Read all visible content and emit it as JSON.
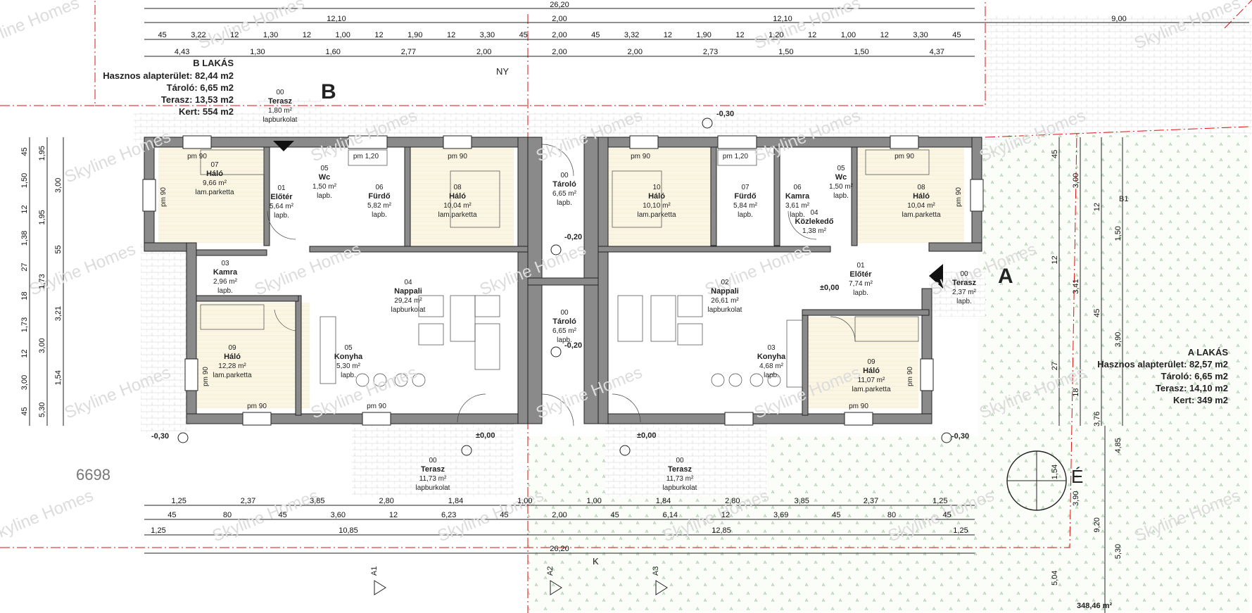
{
  "watermark": "Skyline Homes",
  "plot_number": "6698",
  "plot_area": "348,46 m²",
  "north_label": "É",
  "markers": {
    "section_b": "B",
    "section_a": "A",
    "ny": "NY",
    "k": "K",
    "b1": "B1"
  },
  "section_cuts": [
    "A1",
    "A2",
    "A3"
  ],
  "levels": {
    "ext_left": "-0,30",
    "ext_right": "-0,30",
    "top": "-0,30",
    "zero": "±0,00",
    "storage": "-0,20"
  },
  "top_dims": {
    "row0": [
      "26,20"
    ],
    "row1": [
      "12,10",
      "2,00",
      "12,10",
      "9,00"
    ],
    "row2": [
      "45",
      "3,22",
      "12",
      "1,30",
      "12",
      "1,00",
      "12",
      "1,90",
      "12",
      "3,30",
      "45",
      "2,00",
      "45",
      "3,32",
      "12",
      "1,90",
      "12",
      "1,20",
      "12",
      "1,00",
      "12",
      "3,30",
      "45"
    ],
    "row3": [
      "4,43",
      "1,30",
      "1,60",
      "2,77",
      "2,00",
      "2,00",
      "2,00",
      "2,73",
      "1,50",
      "1,50",
      "4,37"
    ]
  },
  "bottom_dims": {
    "row1": [
      "1,25",
      "2,37",
      "3,85",
      "2,80",
      "1,84",
      "1,00",
      "1,00",
      "1,84",
      "2,80",
      "3,85",
      "2,37",
      "1,25"
    ],
    "row2": [
      "45",
      "80",
      "45",
      "3,60",
      "12",
      "6,23",
      "45",
      "2,00",
      "45",
      "6,14",
      "12",
      "3,69",
      "45",
      "80",
      "45"
    ],
    "row3": [
      "1,25",
      "10,85",
      "12,85",
      "1,25"
    ],
    "row4": [
      "26,20"
    ]
  },
  "left_dims": [
    "45",
    "1,50",
    "12",
    "1,38",
    "27",
    "18",
    "1,73",
    "12",
    "3,00",
    "45",
    "1,95",
    "3,00",
    "1,95",
    "55",
    "1,73",
    "3,21",
    "3,00",
    "1,54",
    "5,30"
  ],
  "right_dims": [
    "45",
    "3,00",
    "12",
    "1,50",
    "12",
    "3,41",
    "45",
    "3,90",
    "27",
    "18",
    "3,76",
    "4,85",
    "1,54",
    "3,90",
    "9,20",
    "5,30",
    "5,04"
  ],
  "apartment_b": {
    "title": "B LAKÁS",
    "usable": "Hasznos alapterület: 82,44 m2",
    "storage": "Tároló: 6,65 m2",
    "terrace": "Terasz:  13,53 m2",
    "garden": "Kert:   554 m2"
  },
  "apartment_a": {
    "title": "A LAKÁS",
    "usable": "Hasznos alapterület: 82,57 m2",
    "storage": "Tároló: 6,65 m2",
    "terrace": "Terasz:  14,10 m2",
    "garden": "Kert: 349 m2"
  },
  "rooms": [
    {
      "num": "00",
      "name": "Terasz",
      "area": "1,80 m²",
      "floor": "lapburkolat"
    },
    {
      "num": "07",
      "name": "Háló",
      "area": "9,66 m²",
      "floor": "lam.parketta"
    },
    {
      "num": "01",
      "name": "Előtér",
      "area": "5,64 m²",
      "floor": "lapb."
    },
    {
      "num": "05",
      "name": "Wc",
      "area": "1,50 m²",
      "floor": "lapb."
    },
    {
      "num": "06",
      "name": "Fürdő",
      "area": "5,82 m²",
      "floor": "lapb."
    },
    {
      "num": "08",
      "name": "Háló",
      "area": "10,04 m²",
      "floor": "lam.parketta"
    },
    {
      "num": "03",
      "name": "Kamra",
      "area": "2,96 m²",
      "floor": "lapb."
    },
    {
      "num": "04",
      "name": "Nappali",
      "area": "29,24 m²",
      "floor": "lapburkolat"
    },
    {
      "num": "09",
      "name": "Háló",
      "area": "12,28 m²",
      "floor": "lam.parketta"
    },
    {
      "num": "05",
      "name": "Konyha",
      "area": "5,30 m²",
      "floor": "lapb."
    },
    {
      "num": "00",
      "name": "Tároló",
      "area": "6,65 m²",
      "floor": "lapb."
    },
    {
      "num": "00",
      "name": "Tároló",
      "area": "6,65 m²",
      "floor": "lapb."
    },
    {
      "num": "10",
      "name": "Háló",
      "area": "10,10 m²",
      "floor": "lam.parketta"
    },
    {
      "num": "07",
      "name": "Fürdő",
      "area": "5,84 m²",
      "floor": "lapb."
    },
    {
      "num": "06",
      "name": "Kamra",
      "area": "3,61 m²",
      "floor": "lapb."
    },
    {
      "num": "05",
      "name": "Wc",
      "area": "1,50 m²",
      "floor": "lapb."
    },
    {
      "num": "08",
      "name": "Háló",
      "area": "10,04 m²",
      "floor": "lam.parketta"
    },
    {
      "num": "04",
      "name": "Közlekedő",
      "area": "1,38 m²",
      "floor": ""
    },
    {
      "num": "02",
      "name": "Nappali",
      "area": "26,61 m²",
      "floor": "lapburkolat"
    },
    {
      "num": "01",
      "name": "Előtér",
      "area": "7,74 m²",
      "floor": "lapb."
    },
    {
      "num": "00",
      "name": "Terasz",
      "area": "2,37 m²",
      "floor": "lapb."
    },
    {
      "num": "03",
      "name": "Konyha",
      "area": "4,68 m²",
      "floor": "lapb."
    },
    {
      "num": "09",
      "name": "Háló",
      "area": "11,07 m²",
      "floor": "lam.parketta"
    },
    {
      "num": "00",
      "name": "Terasz",
      "area": "11,73 m²",
      "floor": "lapburkolat"
    },
    {
      "num": "00",
      "name": "Terasz",
      "area": "11,73 m²",
      "floor": "lapburkolat"
    }
  ],
  "window_labels": [
    "pm 90",
    "pm 1,20",
    "pm 90",
    "pm 90",
    "pm 1,20",
    "pm 90",
    "pm 90",
    "pm 90",
    "pm 90",
    "pm 90",
    "pm 90",
    "pm 90",
    "pm 90"
  ]
}
